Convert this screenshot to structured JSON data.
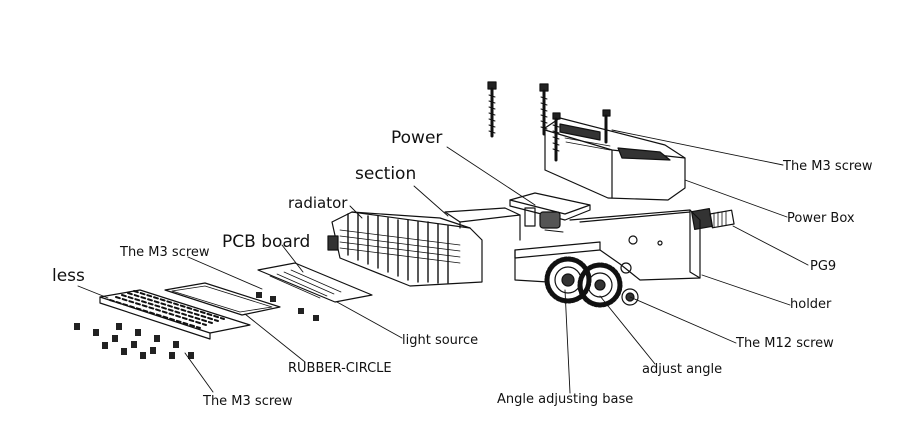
{
  "labels": {
    "power": "Power",
    "section": "section",
    "radiator": "radiator",
    "pcb_board": "PCB board",
    "m3_screw_top": "The M3 screw",
    "m3_screw_mid": "The M3 screw",
    "m3_screw_bottom": "The M3 screw",
    "less": "less",
    "power_box": "Power Box",
    "pg9": "PG9",
    "holder": "holder",
    "light_source": "light source",
    "rubber_circle": "RUBBER-CIRCLE",
    "m12_screw": "The M12 screw",
    "adjust_angle": "adjust angle",
    "angle_adjusting_base": "Angle adjusting base"
  }
}
